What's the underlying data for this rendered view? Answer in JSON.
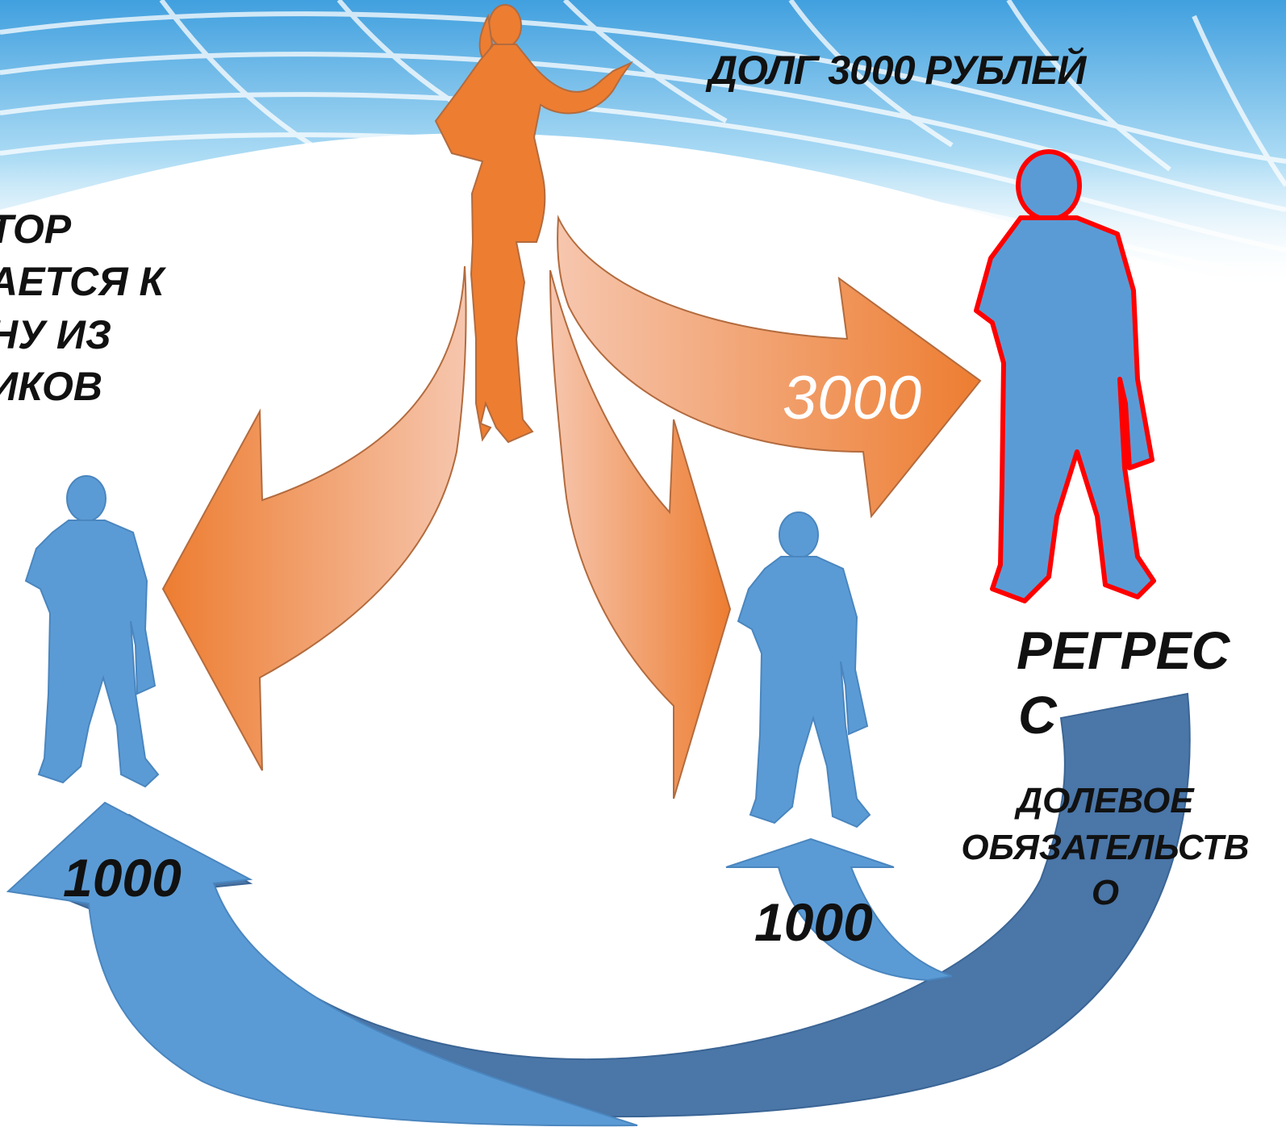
{
  "title": "ДОЛГ 3000 РУБЛЕЙ",
  "creditor_note": [
    "ТОР",
    "АЕТСЯ К",
    "НУ ИЗ",
    "ИКОВ"
  ],
  "amounts": {
    "to_third": "3000",
    "regress_left": "1000",
    "regress_middle": "1000"
  },
  "regress": {
    "label_main": "РЕГРЕС",
    "label_tail": "С",
    "type_lines": [
      "ДОЛЕВОЕ",
      "ОБЯЗАТЕЛЬСТВ",
      "О"
    ]
  },
  "colors": {
    "creditor": "#ED7D31",
    "debtor": "#5B9BD5",
    "highlight_outline": "#FF0000",
    "regress_arrow": "#4A76A8",
    "arrow_light": "#F4B99F"
  },
  "icons": [
    "woman-silhouette-icon",
    "man-silhouette-icon",
    "curved-arrow-icon"
  ]
}
